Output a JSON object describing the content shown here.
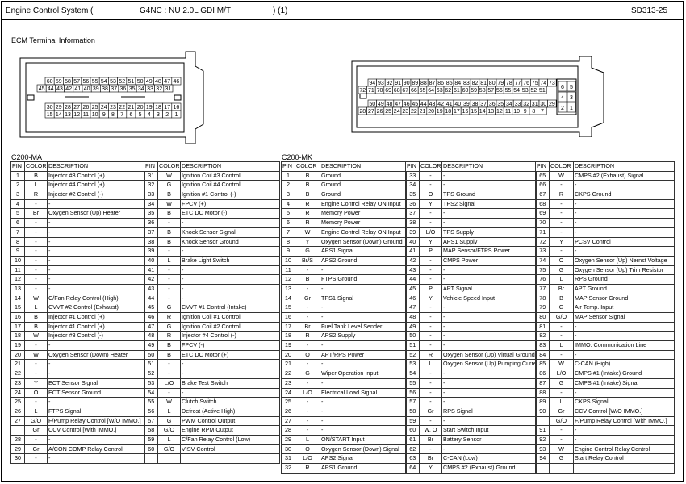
{
  "header": {
    "system": "Engine Control System (",
    "model": "G4NC : NU 2.0L GDI M/T",
    "page": ") (1)",
    "code": "SD313-25"
  },
  "ecm_title": "ECM Terminal Information",
  "connector_ma": {
    "top_row": [
      "60",
      "59",
      "58",
      "57",
      "56",
      "55",
      "54",
      "53",
      "52",
      "51",
      "50",
      "49",
      "48",
      "47",
      "46"
    ],
    "row2": [
      "45",
      "44",
      "43",
      "42",
      "41",
      "40",
      "39",
      "38",
      "37",
      "36",
      "35",
      "34",
      "33",
      "32",
      "31"
    ],
    "row3": [
      "30",
      "29",
      "28",
      "27",
      "26",
      "25",
      "24",
      "23",
      "22",
      "21",
      "20",
      "19",
      "18",
      "17",
      "16"
    ],
    "row4": [
      "15",
      "14",
      "13",
      "12",
      "11",
      "10",
      "9",
      "8",
      "7",
      "6",
      "5",
      "4",
      "3",
      "2",
      "1"
    ]
  },
  "connector_mk": {
    "row1": [
      "94",
      "93",
      "92",
      "91",
      "90",
      "89",
      "88",
      "87",
      "86",
      "85",
      "84",
      "83",
      "82",
      "81",
      "80",
      "79",
      "78",
      "77",
      "76",
      "75",
      "74",
      "73"
    ],
    "row2": [
      "72",
      "71",
      "70",
      "69",
      "68",
      "67",
      "66",
      "65",
      "64",
      "63",
      "62",
      "61",
      "60",
      "59",
      "58",
      "57",
      "56",
      "55",
      "54",
      "53",
      "52",
      "51"
    ],
    "row3": [
      "50",
      "49",
      "48",
      "47",
      "46",
      "45",
      "44",
      "43",
      "42",
      "41",
      "40",
      "39",
      "38",
      "37",
      "36",
      "35",
      "34",
      "33",
      "32",
      "31",
      "30",
      "29"
    ],
    "row4": [
      "28",
      "27",
      "26",
      "25",
      "24",
      "23",
      "22",
      "21",
      "20",
      "19",
      "18",
      "17",
      "16",
      "15",
      "14",
      "13",
      "12",
      "11",
      "10",
      "9",
      "8",
      "7"
    ],
    "side": [
      "6",
      "5",
      "4",
      "3",
      "2",
      "1"
    ]
  },
  "ma": {
    "title": "C200-MA",
    "headers": [
      "PIN",
      "COLOR",
      "DESCRIPTION",
      "PIN",
      "COLOR",
      "DESCRIPTION"
    ],
    "rows": [
      [
        "1",
        "B",
        "Injector #3 Control (+)",
        "31",
        "W",
        "Ignition Coil #3 Control"
      ],
      [
        "2",
        "L",
        "Injector #4 Control (+)",
        "32",
        "G",
        "Ignition Coil #4 Control"
      ],
      [
        "3",
        "R",
        "Injector #2 Control (-)",
        "33",
        "B",
        "Ignition #1 Control (-)"
      ],
      [
        "4",
        "-",
        "-",
        "34",
        "W",
        "FPCV (+)"
      ],
      [
        "5",
        "Br",
        "Oxygen Sensor (Up) Heater",
        "35",
        "B",
        "ETC DC Motor (-)"
      ],
      [
        "6",
        "-",
        "-",
        "36",
        "-",
        "-"
      ],
      [
        "7",
        "-",
        "-",
        "37",
        "B",
        "Knock Sensor Signal"
      ],
      [
        "8",
        "-",
        "-",
        "38",
        "B",
        "Knock Sensor Ground"
      ],
      [
        "9",
        "-",
        "-",
        "39",
        "-",
        "-"
      ],
      [
        "10",
        "-",
        "-",
        "40",
        "L",
        "Brake Light Switch"
      ],
      [
        "11",
        "-",
        "-",
        "41",
        "-",
        "-"
      ],
      [
        "12",
        "-",
        "-",
        "42",
        "-",
        "-"
      ],
      [
        "13",
        "-",
        "-",
        "43",
        "-",
        "-"
      ],
      [
        "14",
        "W",
        "C/Fan Relay Control (High)",
        "44",
        "-",
        "-"
      ],
      [
        "15",
        "L",
        "CVVT #2 Control (Exhaust)",
        "45",
        "G",
        "CVVT #1 Control (Intake)"
      ],
      [
        "16",
        "B",
        "Injector #1 Control (+)",
        "46",
        "R",
        "Ignition Coil #1 Control"
      ],
      [
        "17",
        "B",
        "Injector #1 Control (+)",
        "47",
        "G",
        "Ignition Coil #2 Control"
      ],
      [
        "18",
        "W",
        "Injector #3 Control (-)",
        "48",
        "R",
        "Injector #4 Control (-)"
      ],
      [
        "19",
        "-",
        "-",
        "49",
        "B",
        "FPCV (-)"
      ],
      [
        "20",
        "W",
        "Oxygen Sensor (Down) Heater",
        "50",
        "B",
        "ETC DC Motor (+)"
      ],
      [
        "21",
        "-",
        "-",
        "51",
        "-",
        "-"
      ],
      [
        "22",
        "-",
        "-",
        "52",
        "-",
        "-"
      ],
      [
        "23",
        "Y",
        "ECT Sensor Signal",
        "53",
        "L/O",
        "Brake Test Switch"
      ],
      [
        "24",
        "O",
        "ECT Sensor Ground",
        "54",
        "-",
        "-"
      ],
      [
        "25",
        "-",
        "-",
        "55",
        "W",
        "Clutch Switch"
      ],
      [
        "26",
        "L",
        "FTPS Signal",
        "56",
        "L",
        "Defrost (Active High)"
      ],
      [
        "27",
        "G/O",
        "F/Pump Relay Control [W/O IMMO.]",
        "57",
        "G",
        "PWM Control Output"
      ],
      [
        "",
        "Gr",
        "CCV Control [With IMMO.]",
        "58",
        "G/O",
        "Engine RPM Output"
      ],
      [
        "28",
        "-",
        "-",
        "59",
        "L",
        "C/Fan Relay Control (Low)"
      ],
      [
        "29",
        "Gr",
        "A/CON COMP Relay Control",
        "60",
        "G/O",
        "VISV Control"
      ],
      [
        "30",
        "-",
        "-",
        "",
        "",
        ""
      ]
    ]
  },
  "mk": {
    "title": "C200-MK",
    "headers": [
      "PIN",
      "COLOR",
      "DESCRIPTION",
      "PIN",
      "COLOR",
      "DESCRIPTION",
      "PIN",
      "COLOR",
      "DESCRIPTION"
    ],
    "rows": [
      [
        "1",
        "B",
        "Ground",
        "33",
        "-",
        "-",
        "65",
        "W",
        "CMPS #2 (Exhaust) Signal"
      ],
      [
        "2",
        "B",
        "Ground",
        "34",
        "-",
        "-",
        "66",
        "-",
        "-"
      ],
      [
        "3",
        "B",
        "Ground",
        "35",
        "O",
        "TPS Ground",
        "67",
        "R",
        "CKPS Ground"
      ],
      [
        "4",
        "R",
        "Engine Control Relay ON Input",
        "36",
        "Y",
        "TPS2 Signal",
        "68",
        "-",
        "-"
      ],
      [
        "5",
        "R",
        "Memory Power",
        "37",
        "-",
        "-",
        "69",
        "-",
        "-"
      ],
      [
        "6",
        "R",
        "Memory Power",
        "38",
        "-",
        "-",
        "70",
        "-",
        "-"
      ],
      [
        "7",
        "W",
        "Engine Control Relay ON Input",
        "39",
        "L/O",
        "TPS Supply",
        "71",
        "-",
        "-"
      ],
      [
        "8",
        "Y",
        "Oxygen Sensor (Down) Ground",
        "40",
        "Y",
        "APS1 Supply",
        "72",
        "Y",
        "PCSV Control"
      ],
      [
        "9",
        "G",
        "APS1 Signal",
        "41",
        "P",
        "MAP Sensor/FTPS Power",
        "73",
        "-",
        "-"
      ],
      [
        "10",
        "Br/S",
        "APS2 Ground",
        "42",
        "-",
        "CMPS Power",
        "74",
        "O",
        "Oxygen Sensor (Up) Nernst Voltage"
      ],
      [
        "11",
        "-",
        "-",
        "43",
        "-",
        "-",
        "75",
        "G",
        "Oxygen Sensor (Up) Trim Resistor"
      ],
      [
        "12",
        "B",
        "FTPS Ground",
        "44",
        "-",
        "-",
        "76",
        "L",
        "RPS Ground"
      ],
      [
        "13",
        "-",
        "-",
        "45",
        "P",
        "APT Signal",
        "77",
        "Br",
        "APT Ground"
      ],
      [
        "14",
        "Gr",
        "TPS1 Signal",
        "46",
        "Y",
        "Vehicle Speed Input",
        "78",
        "B",
        "MAP Sensor Ground"
      ],
      [
        "15",
        "-",
        "-",
        "47",
        "-",
        "-",
        "79",
        "G",
        "Air Temp. Input"
      ],
      [
        "16",
        "-",
        "-",
        "48",
        "-",
        "-",
        "80",
        "G/O",
        "MAP Sensor Signal"
      ],
      [
        "17",
        "Br",
        "Fuel Tank Level Sender",
        "49",
        "-",
        "-",
        "81",
        "-",
        "-"
      ],
      [
        "18",
        "R",
        "APS2 Supply",
        "50",
        "-",
        "-",
        "82",
        "-",
        "-"
      ],
      [
        "19",
        "-",
        "-",
        "51",
        "-",
        "-",
        "83",
        "L",
        "IMMO. Communication Line"
      ],
      [
        "20",
        "O",
        "APT/RPS Power",
        "52",
        "R",
        "Oxygen Sensor (Up) Virtual Ground",
        "84",
        "-",
        "-"
      ],
      [
        "21",
        "-",
        "-",
        "53",
        "L",
        "Oxygen Sensor (Up) Pumping Current",
        "85",
        "W",
        "C-CAN (High)"
      ],
      [
        "22",
        "G",
        "Wiper Operation Input",
        "54",
        "-",
        "-",
        "86",
        "L/O",
        "CMPS #1 (Intake) Ground"
      ],
      [
        "23",
        "-",
        "-",
        "55",
        "-",
        "-",
        "87",
        "G",
        "CMPS #1 (Intake) Signal"
      ],
      [
        "24",
        "L/O",
        "Electrical Load Signal",
        "56",
        "-",
        "-",
        "88",
        "-",
        "-"
      ],
      [
        "25",
        "-",
        "-",
        "57",
        "-",
        "-",
        "89",
        "L",
        "CKPS Signal"
      ],
      [
        "26",
        "-",
        "-",
        "58",
        "Gr",
        "RPS Signal",
        "90",
        "Gr",
        "CCV Control [W/O IMMO.]"
      ],
      [
        "27",
        "-",
        "-",
        "59",
        "-",
        "-",
        "",
        "G/O",
        "F/Pump Relay Control [With IMMO.]"
      ],
      [
        "28",
        "-",
        "-",
        "60",
        "W, O",
        "Start Switch Input",
        "91",
        "-",
        "-"
      ],
      [
        "29",
        "L",
        "ON/START Input",
        "61",
        "Br",
        "Battery Sensor",
        "92",
        "-",
        "-"
      ],
      [
        "30",
        "O",
        "Oxygen Sensor (Down) Signal",
        "62",
        "-",
        "-",
        "93",
        "W",
        "Engine Control Relay Control"
      ],
      [
        "31",
        "L/O",
        "APS2 Signal",
        "63",
        "Br",
        "C-CAN (Low)",
        "94",
        "G",
        "Start Relay Control"
      ],
      [
        "32",
        "R",
        "APS1 Ground",
        "64",
        "Y",
        "CMPS #2 (Exhaust) Ground",
        "",
        "",
        ""
      ]
    ]
  }
}
